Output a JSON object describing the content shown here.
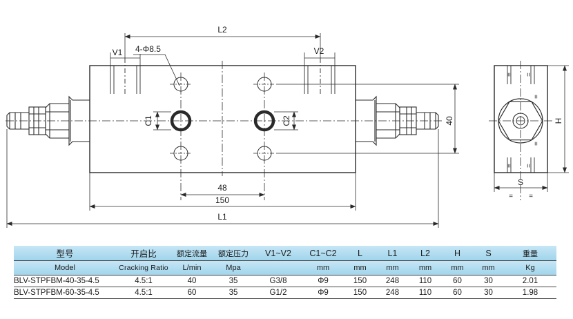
{
  "drawing": {
    "labels": {
      "l2": "L2",
      "v1": "V1",
      "holes": "4-Φ8.5",
      "v2": "V2",
      "c1": "C1",
      "c2": "C2",
      "forty": "40",
      "h": "H",
      "s": "S",
      "fortyeight": "48",
      "onefifty": "150",
      "l1": "L1",
      "eq1": "=",
      "eq2": "=",
      "eq3": "=",
      "eq4": "=",
      "eq5": "=",
      "eq6": "=",
      "eq7": "=",
      "eq8": "="
    },
    "line_color": "#2a2a2a"
  },
  "table": {
    "header_row1": {
      "model_cn": "型号",
      "ratio_cn": "开启比",
      "flow_cn": "额定流量",
      "pressure_cn": "额定压力",
      "v1v2": "V1~V2",
      "c1c2": "C1~C2",
      "l": "L",
      "l1": "L1",
      "l2": "L2",
      "h": "H",
      "s": "S",
      "weight_cn": "重量"
    },
    "header_row2": {
      "model_en": "Model",
      "ratio_en": "Cracking Ratio",
      "flow_unit": "L/min",
      "pressure_unit": "Mpa",
      "v1v2_unit": "",
      "c1c2_unit": "mm",
      "l_unit": "mm",
      "l1_unit": "mm",
      "l2_unit": "mm",
      "h_unit": "mm",
      "s_unit": "mm",
      "weight_unit": "Kg"
    },
    "rows": [
      [
        "BLV-STPFBM-40-35-4.5",
        "4.5:1",
        "40",
        "35",
        "G3/8",
        "Φ9",
        "150",
        "248",
        "110",
        "60",
        "30",
        "2.01"
      ],
      [
        "BLV-STPFBM-60-35-4.5",
        "4.5:1",
        "60",
        "35",
        "G1/2",
        "Φ9",
        "150",
        "248",
        "110",
        "60",
        "30",
        "1.98"
      ]
    ],
    "header_gradient": [
      "#c6e6f5",
      "#9fd4ec"
    ]
  }
}
